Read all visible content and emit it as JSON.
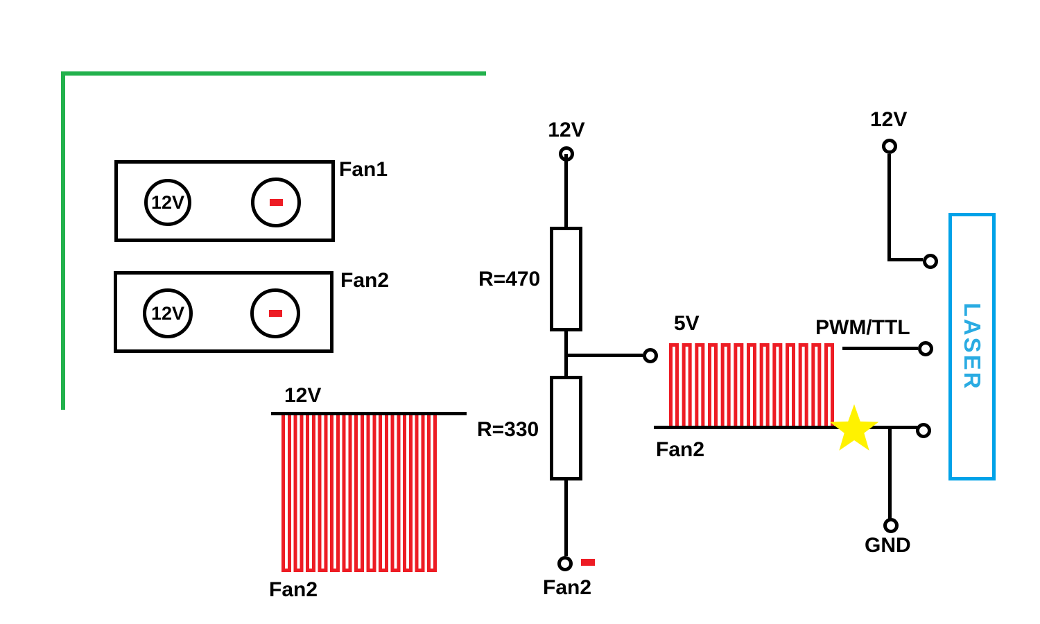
{
  "colors": {
    "green": "#22B14C",
    "red": "#ED1C24",
    "yellow": "#FFF200",
    "laser_border": "#00A2E8",
    "laser_text": "#29ABE2",
    "black": "#000000"
  },
  "fan1": {
    "label": "Fan1",
    "pin_positive": "12V",
    "pin_negative": "-"
  },
  "fan2": {
    "label": "Fan2",
    "pin_positive": "12V",
    "pin_negative": "-"
  },
  "divider": {
    "supply_label": "12V",
    "r_top": "R=470",
    "r_bottom": "R=330",
    "output_minus": "-",
    "output_label": "Fan2"
  },
  "left_waveform": {
    "level_label": "12V",
    "name_label": "Fan2",
    "pulse_count": 13,
    "direction": "down"
  },
  "right_waveform": {
    "level_label": "5V",
    "name_label": "Fan2",
    "pulse_count": 13,
    "direction": "up"
  },
  "laser": {
    "label": "LASER",
    "supply_label": "12V",
    "pwm_label": "PWM/TTL",
    "gnd_label": "GND"
  }
}
